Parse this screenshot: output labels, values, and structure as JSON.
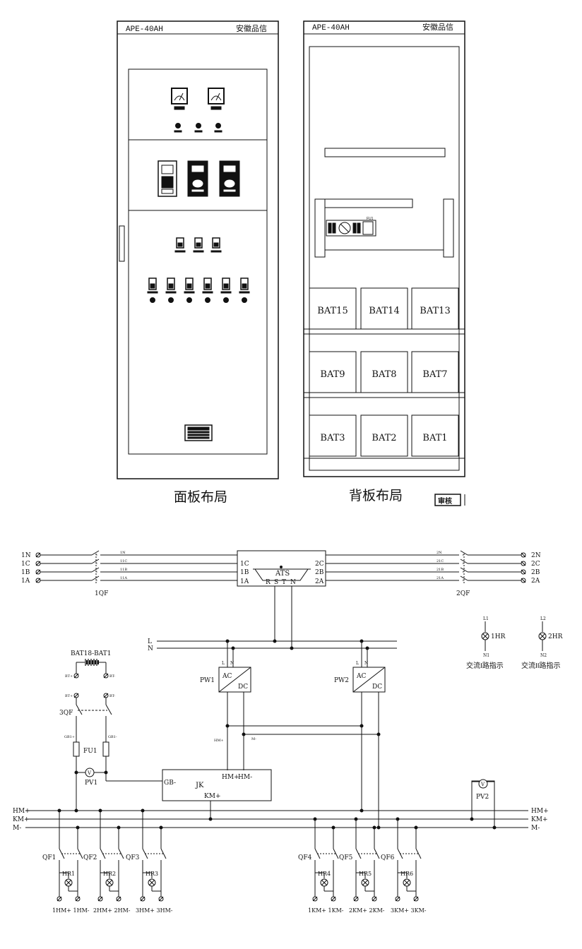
{
  "cabinets": {
    "front": {
      "model": "APE-40AH",
      "brand": "安徽品信",
      "caption": "面板布局"
    },
    "back": {
      "model": "APE-40AH",
      "brand": "安徽品信",
      "caption": "背板布局",
      "fuse_label": "FU1",
      "batteries": [
        [
          "BAT15",
          "BAT14",
          "BAT13"
        ],
        [
          "BAT9",
          "BAT8",
          "BAT7"
        ],
        [
          "BAT3",
          "BAT2",
          "BAT1"
        ]
      ]
    },
    "stamp": "审核"
  },
  "schematic": {
    "input1": [
      "1N",
      "1C",
      "1B",
      "1A"
    ],
    "input1_wire": [
      "1N",
      "11C",
      "11B",
      "11A"
    ],
    "input1_breaker": "1QF",
    "input2": [
      "2N",
      "2C",
      "2B",
      "2A"
    ],
    "input2_wire": [
      "2N",
      "21C",
      "21B",
      "21A"
    ],
    "input2_breaker": "2QF",
    "ats": {
      "label": "ATS",
      "left": [
        "1C",
        "1B",
        "1A"
      ],
      "right": [
        "2C",
        "2B",
        "2A"
      ],
      "out": [
        "R",
        "S",
        "T",
        "N"
      ]
    },
    "ac_bus": [
      "L",
      "N"
    ],
    "indicators": [
      {
        "top": "L1",
        "name": "1HR",
        "bottom": "N1",
        "caption": "交流I路指示"
      },
      {
        "top": "L2",
        "name": "2HR",
        "bottom": "N2",
        "caption": "交流II路指示"
      }
    ],
    "modules": [
      {
        "name": "PW1",
        "ac": "AC",
        "dc": "DC",
        "l": "L",
        "n": "N"
      },
      {
        "name": "PW2",
        "ac": "AC",
        "dc": "DC",
        "l": "L",
        "n": "N"
      }
    ],
    "battery": {
      "label": "BAT18-BAT1",
      "bt_plus": "BT+",
      "bt_minus": "BT-",
      "breaker": "3QF",
      "gb_plus": "GB1+",
      "gb_minus": "GB1-",
      "fuse": "FU1",
      "voltmeter": "PV1",
      "v_symbol": "V"
    },
    "hm_tap": "HM+",
    "m_tap": "M-",
    "jk": {
      "label": "JK",
      "gb": "GB-",
      "hm_plus": "HM+",
      "hm_minus": "HM-",
      "km_plus": "KM+"
    },
    "pv2": {
      "label": "PV2",
      "v_symbol": "V"
    },
    "dc_bus_left": [
      "HM+",
      "KM+",
      "M-"
    ],
    "dc_bus_right": [
      "HM+",
      "KM+",
      "M-"
    ],
    "feeders": [
      {
        "qf": "QF1",
        "hr": "HR1",
        "terms": "1HM+ 1HM-"
      },
      {
        "qf": "QF2",
        "hr": "HR2",
        "terms": "2HM+ 2HM-"
      },
      {
        "qf": "QF3",
        "hr": "HR3",
        "terms": "3HM+ 3HM-"
      },
      {
        "qf": "QF4",
        "hr": "HR4",
        "terms": "1KM+ 1KM-"
      },
      {
        "qf": "QF5",
        "hr": "HR5",
        "terms": "2KM+ 2KM-"
      },
      {
        "qf": "QF6",
        "hr": "HR6",
        "terms": "3KM+ 3KM-"
      }
    ]
  }
}
